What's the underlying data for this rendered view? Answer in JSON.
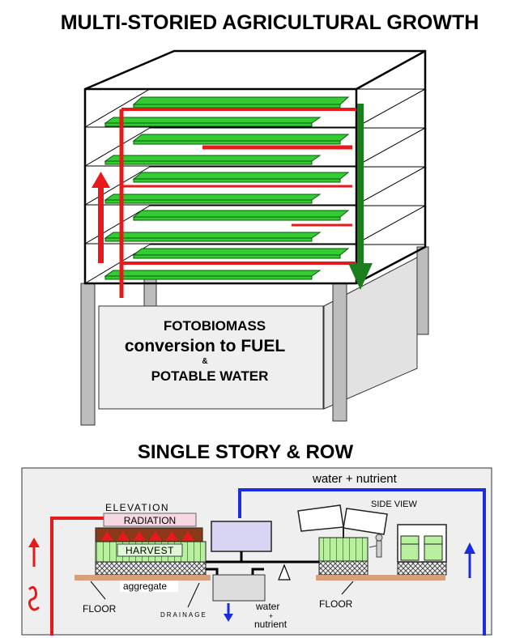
{
  "top": {
    "title": "MULTI-STORIED AGRICULTURAL GROWTH",
    "box_line1": "FOTOBIOMASS",
    "box_line2": "conversion to  FUEL",
    "box_line3": "&",
    "box_line4": "POTABLE WATER"
  },
  "bottom": {
    "title": "SINGLE STORY & ROW",
    "water_nutrient_top": "water + nutrient",
    "elevation": "ELEVATION",
    "radiation": "RADIATION",
    "harvest": "HARVEST",
    "aggregate": "aggregate",
    "floor_left": "FLOOR",
    "drainage": "DRAINAGE",
    "water": "water",
    "plus": "+",
    "nutrient": "nutrient",
    "floor_right": "FLOOR",
    "side_view": "SIDE VIEW"
  },
  "colors": {
    "red": "#e8191a",
    "green_dark": "#1b7d1b",
    "tray_green": "#33cc33",
    "blue": "#1a2ee0",
    "floor_tan": "#d7a07c",
    "gray_panel": "#efefef",
    "lavender": "#dcd8f2"
  }
}
